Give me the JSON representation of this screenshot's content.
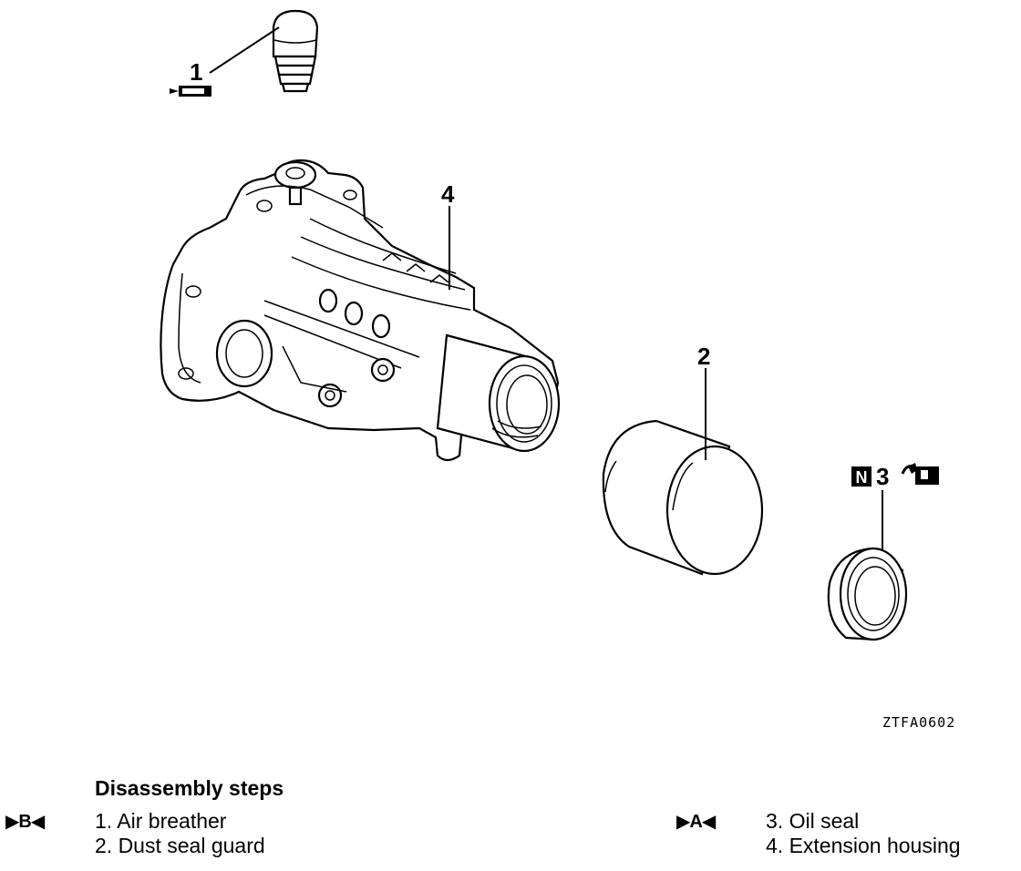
{
  "callouts": {
    "c1": "1",
    "c2": "2",
    "c3": "3",
    "c4": "4",
    "new_part_badge": "N"
  },
  "figure_code": "ZTFA0602",
  "steps": {
    "title": "Disassembly steps",
    "items": [
      {
        "marker": "B",
        "text": "1. Air breather"
      },
      {
        "marker": "",
        "text": "2. Dust seal guard"
      },
      {
        "marker": "A",
        "text": "3. Oil seal"
      },
      {
        "marker": "",
        "text": "4. Extension housing"
      }
    ]
  }
}
